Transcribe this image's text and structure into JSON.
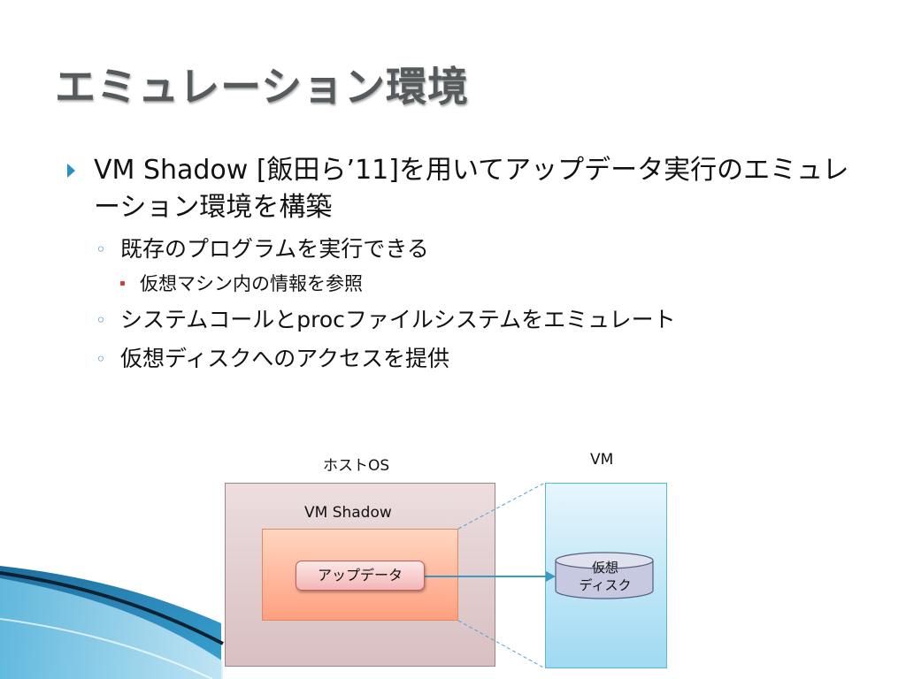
{
  "title": "エミュレーション環境",
  "bullets": {
    "main": "VM Shadow [飯田ら’11]を用いてアップデータ実行のエミュレーション環境を構築",
    "sub1": "既存のプログラムを実行できる",
    "sub1_child": "仮想マシン内の情報を参照",
    "sub2": "システムコールとprocファイルシステムをエミュレート",
    "sub3": "仮想ディスクへのアクセスを提供"
  },
  "diagram": {
    "host_label": "ホストOS",
    "vm_label": "VM",
    "shadow_label": "VM Shadow",
    "app_label": "アップデータ",
    "disk_line1": "仮想",
    "disk_line2": "ディスク"
  },
  "colors": {
    "accent": "#2a8fc2",
    "host_fill": "#dcc6c8",
    "shadow_fill": "#ffb796",
    "vm_fill": "#b9e4f6",
    "disk_fill": "#c6c9df"
  },
  "icons": {
    "bullet_l1": "triangle-right-icon",
    "bullet_l2": "ring-bullet-icon",
    "bullet_l3": "square-bullet-icon"
  }
}
